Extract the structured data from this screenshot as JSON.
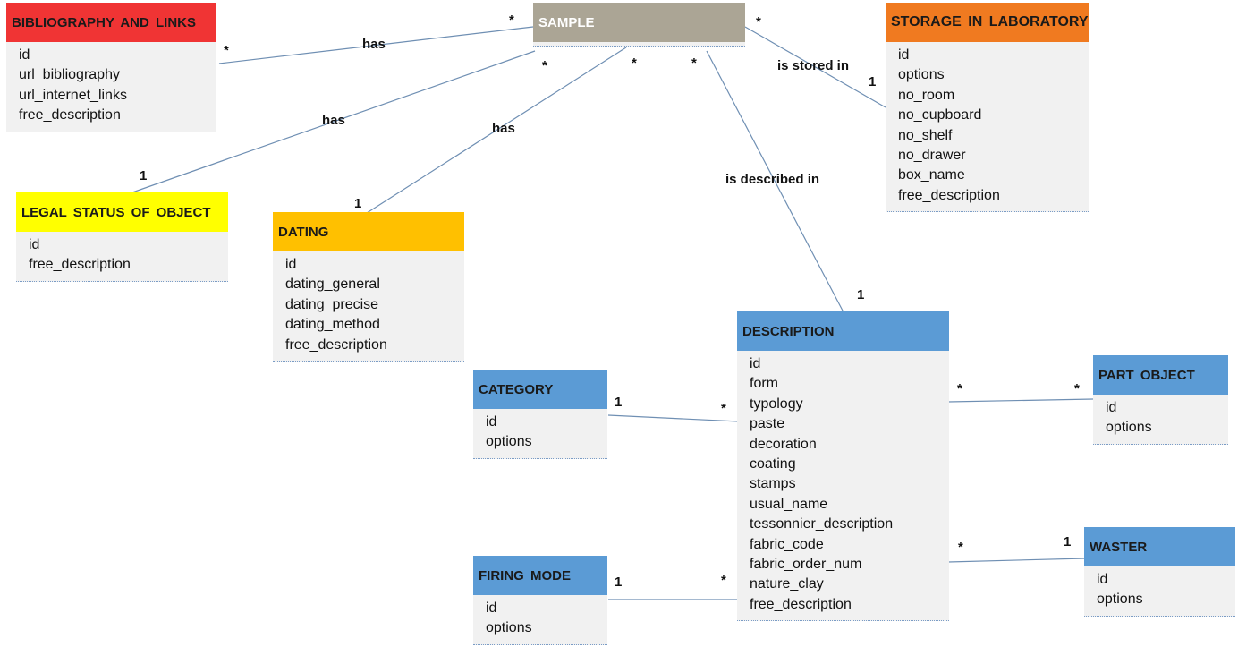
{
  "entities": {
    "bibliography": {
      "title": "BIBLIOGRAPHY AND LINKS",
      "color": "#f03434",
      "attrs": [
        "id",
        "url_bibliography",
        "url_internet_links",
        "free_description"
      ]
    },
    "sample": {
      "title": "SAMPLE",
      "color": "#aba595",
      "attrs": []
    },
    "storage": {
      "title": "STORAGE IN LABORATORY",
      "color": "#f07a20",
      "attrs": [
        "id",
        "options",
        "no_room",
        "no_cupboard",
        "no_shelf",
        "no_drawer",
        "box_name",
        "free_description"
      ]
    },
    "legal": {
      "title": "LEGAL STATUS OF OBJECT",
      "color": "#ffff00",
      "attrs": [
        "id",
        "free_description"
      ]
    },
    "dating": {
      "title": "DATING",
      "color": "#ffc000",
      "attrs": [
        "id",
        "dating_general",
        "dating_precise",
        "dating_method",
        "free_description"
      ]
    },
    "description": {
      "title": "DESCRIPTION",
      "color": "#5b9bd5",
      "attrs": [
        "id",
        "form",
        "typology",
        "paste",
        "decoration",
        "coating",
        "stamps",
        "usual_name",
        "tessonnier_description",
        "fabric_code",
        "fabric_order_num",
        "nature_clay",
        "free_description"
      ]
    },
    "category": {
      "title": "CATEGORY",
      "color": "#5b9bd5",
      "attrs": [
        "id",
        "options"
      ]
    },
    "part": {
      "title": "PART OBJECT",
      "color": "#5b9bd5",
      "attrs": [
        "id",
        "options"
      ]
    },
    "waster": {
      "title": "WASTER",
      "color": "#5b9bd5",
      "attrs": [
        "id",
        "options"
      ]
    },
    "firing": {
      "title": "FIRING MODE",
      "color": "#5b9bd5",
      "attrs": [
        "id",
        "options"
      ]
    }
  },
  "relations": {
    "bib_has": {
      "label": "has",
      "mult_a": "*",
      "mult_b": "*"
    },
    "legal_has": {
      "label": "has",
      "mult_a": "*",
      "mult_b": "1"
    },
    "dating_has": {
      "label": "has",
      "mult_a": "*",
      "mult_b": "1"
    },
    "stored_in": {
      "label": "is stored in",
      "mult_a": "*",
      "mult_b": "1"
    },
    "described_in": {
      "label": "is described in",
      "mult_a": "*",
      "mult_b": "1"
    },
    "category_rel": {
      "mult_a": "1",
      "mult_b": "*"
    },
    "firing_rel": {
      "mult_a": "1",
      "mult_b": "*"
    },
    "part_rel": {
      "mult_a": "*",
      "mult_b": "*"
    },
    "waster_rel": {
      "mult_a": "*",
      "mult_b": "1"
    }
  }
}
